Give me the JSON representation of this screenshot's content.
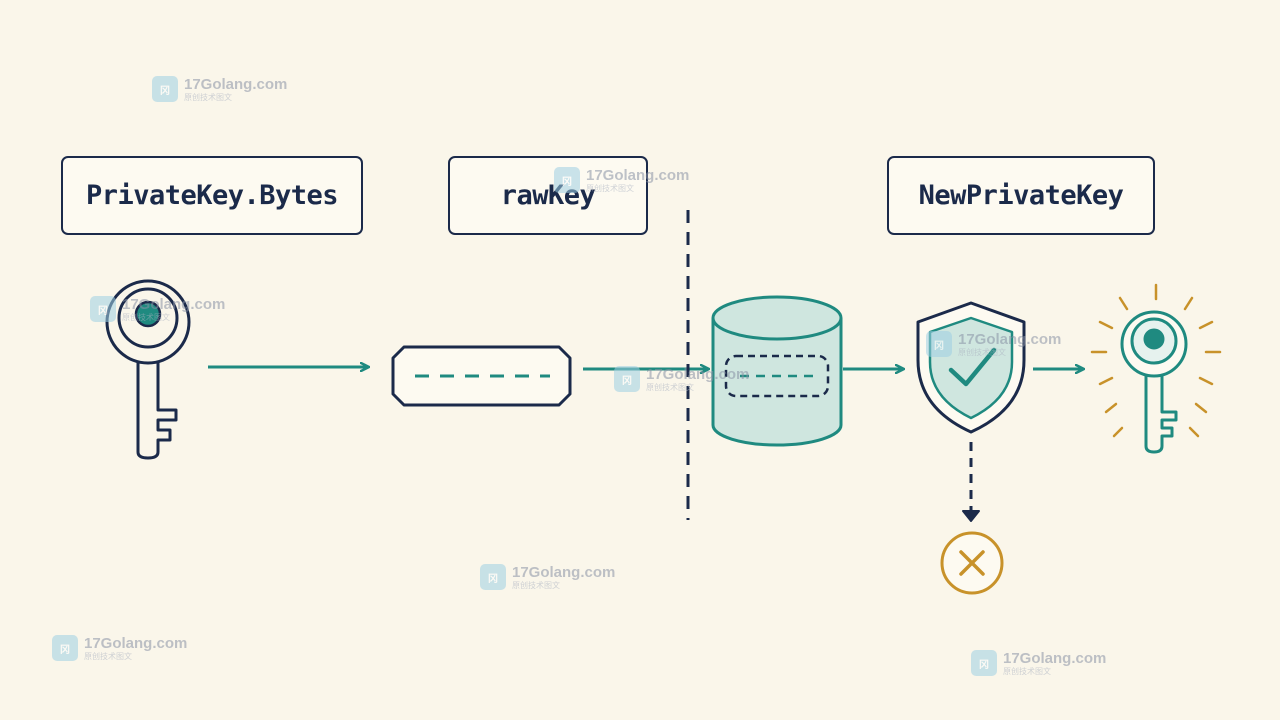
{
  "labels": {
    "private_key_bytes": "PrivateKey.Bytes",
    "raw_key": "rawKey",
    "new_private_key": "NewPrivateKey"
  },
  "watermark": {
    "site": "17Golang.com",
    "sub": "原创技术图文",
    "logo_glyph": "冈"
  },
  "icons": {
    "source_key": "key-icon",
    "byte_slot": "byte-slice-icon",
    "storage": "database-cylinder-icon",
    "validation": "shield-check-icon",
    "result_key": "glowing-key-icon",
    "rejected": "x-circle-icon"
  },
  "colors": {
    "navy": "#1b2a4a",
    "teal": "#1f8a80",
    "teal_fill": "#cfe6df",
    "gold": "#c8922a",
    "background": "#faf6ea"
  }
}
